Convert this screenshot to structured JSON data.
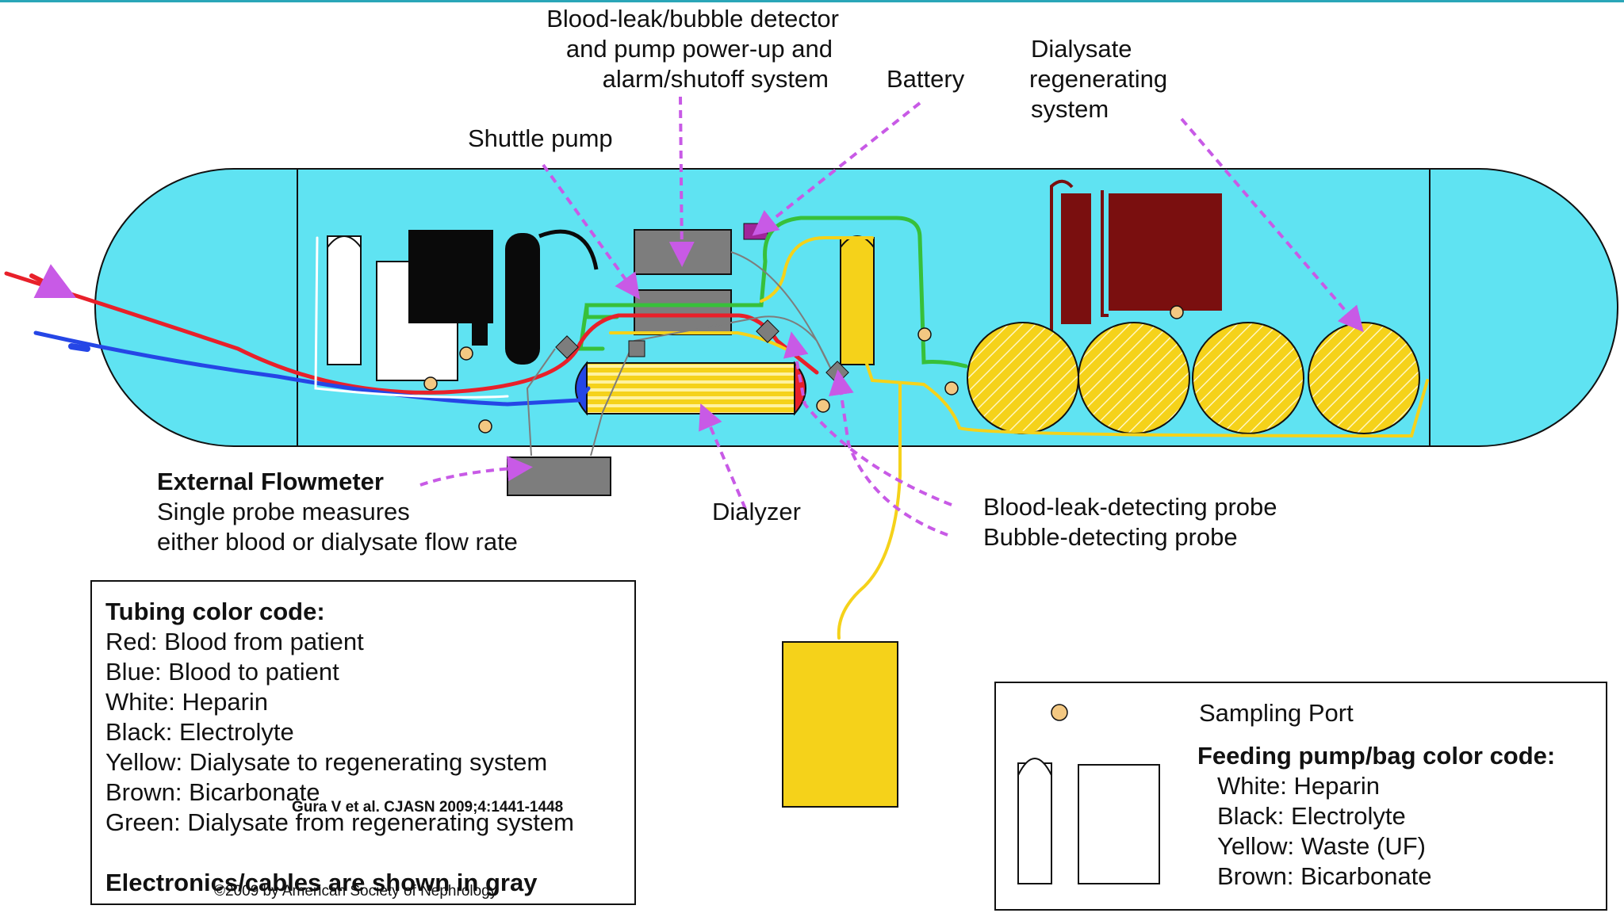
{
  "labels": {
    "blood_leak_detector": [
      "Blood-leak/bubble detector",
      "and pump power-up and",
      "alarm/shutoff system"
    ],
    "battery": "Battery",
    "dialysate_system": [
      "Dialysate",
      "regenerating",
      "system"
    ],
    "shuttle_pump": "Shuttle pump",
    "external_flowmeter": [
      "External Flowmeter",
      "Single probe measures",
      "either blood or dialysate flow rate"
    ],
    "dialyzer": "Dialyzer",
    "probes": [
      "Blood-leak-detecting probe",
      "Bubble-detecting probe"
    ]
  },
  "tubing_legend": {
    "title": "Tubing color code:",
    "items": [
      "Red: Blood from patient",
      "Blue: Blood to patient",
      "White: Heparin",
      "Black: Electrolyte",
      "Yellow: Dialysate to regenerating system",
      "Brown: Bicarbonate",
      "Green: Dialysate from regenerating system"
    ],
    "footer": "Electronics/cables are shown in gray"
  },
  "pump_legend": {
    "sampling_port": "Sampling Port",
    "title": "Feeding pump/bag color code:",
    "items": [
      "White: Heparin",
      "Black: Electrolyte",
      "Yellow: Waste (UF)",
      "Brown: Bicarbonate"
    ]
  },
  "citation": "Gura V et al. CJASN 2009;4:1441-1448",
  "copyright": "©2009 by American Society of Nephrology",
  "colors": {
    "device_body": "#5fe3f2",
    "blood_from_patient": "#e8202a",
    "blood_to_patient": "#2546e6",
    "heparin": "#ffffff",
    "electrolyte": "#0a0a0a",
    "dialysate_to_regen": "#f5d21a",
    "bicarbonate": "#7a0f0f",
    "dialysate_from_regen": "#37c03a",
    "electronics": "#7d7d7d",
    "pointer": "#c85ae6"
  }
}
